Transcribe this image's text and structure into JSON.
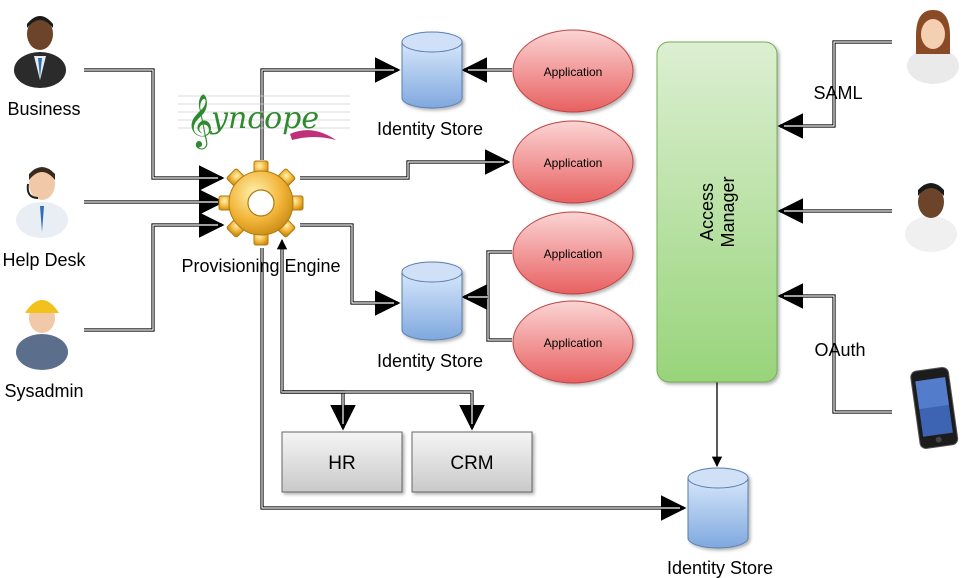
{
  "actors": {
    "business": "Business",
    "help_desk": "Help Desk",
    "sysadmin": "Sysadmin"
  },
  "logo": {
    "text": "yncope"
  },
  "engine": {
    "label": "Provisioning Engine"
  },
  "stores": {
    "top": "Identity Store",
    "middle": "Identity Store",
    "bottom": "Identity Store"
  },
  "applications": [
    "Application",
    "Application",
    "Application",
    "Application"
  ],
  "systems": {
    "hr": "HR",
    "crm": "CRM"
  },
  "access_manager": {
    "line1": "Access",
    "line2": "Manager"
  },
  "protocols": {
    "saml": "SAML",
    "oauth": "OAuth"
  },
  "colors": {
    "store_fill": "#a8c6ec",
    "app_fill": "#ef7f7f",
    "access_manager_fill": "#a9d98d",
    "box_fill": "#dedede",
    "engine_gold": "#f2b53a"
  }
}
